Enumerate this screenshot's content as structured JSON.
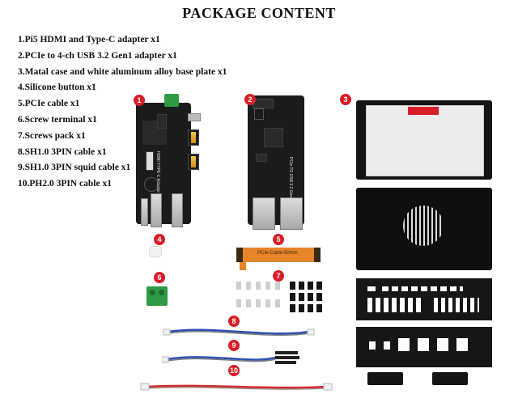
{
  "title": "PACKAGE CONTENT",
  "items": [
    "1.Pi5 HDMI and Type-C adapter x1",
    "2.PCIe to 4-ch USB 3.2 Gen1 adapter x1",
    "3.Matal case and white aluminum alloy base plate x1",
    "4.Silicone button x1",
    "5.PCIe cable x1",
    "6.Screw terminal x1",
    "7.Screws pack x1",
    "8.SH1.0 3PIN cable x1",
    "9.SH1.0 3PIN squid cable x1",
    "10.PH2.0 3PIN cable x1"
  ],
  "badges": [
    "1",
    "2",
    "3",
    "4",
    "5",
    "6",
    "7",
    "8",
    "9",
    "10"
  ],
  "board1_text": "HDMI TYPE-C Adapter for Pi5",
  "board2_text": "PCIe TO USB 3.2 Gen1 Board (C)",
  "cable_text": "PCIe-Cable-50mm",
  "colors": {
    "badge": "#d81e27",
    "pcb": "#1b1b1b",
    "terminal": "#2f9a43",
    "flex_cable": "#e8842a"
  }
}
